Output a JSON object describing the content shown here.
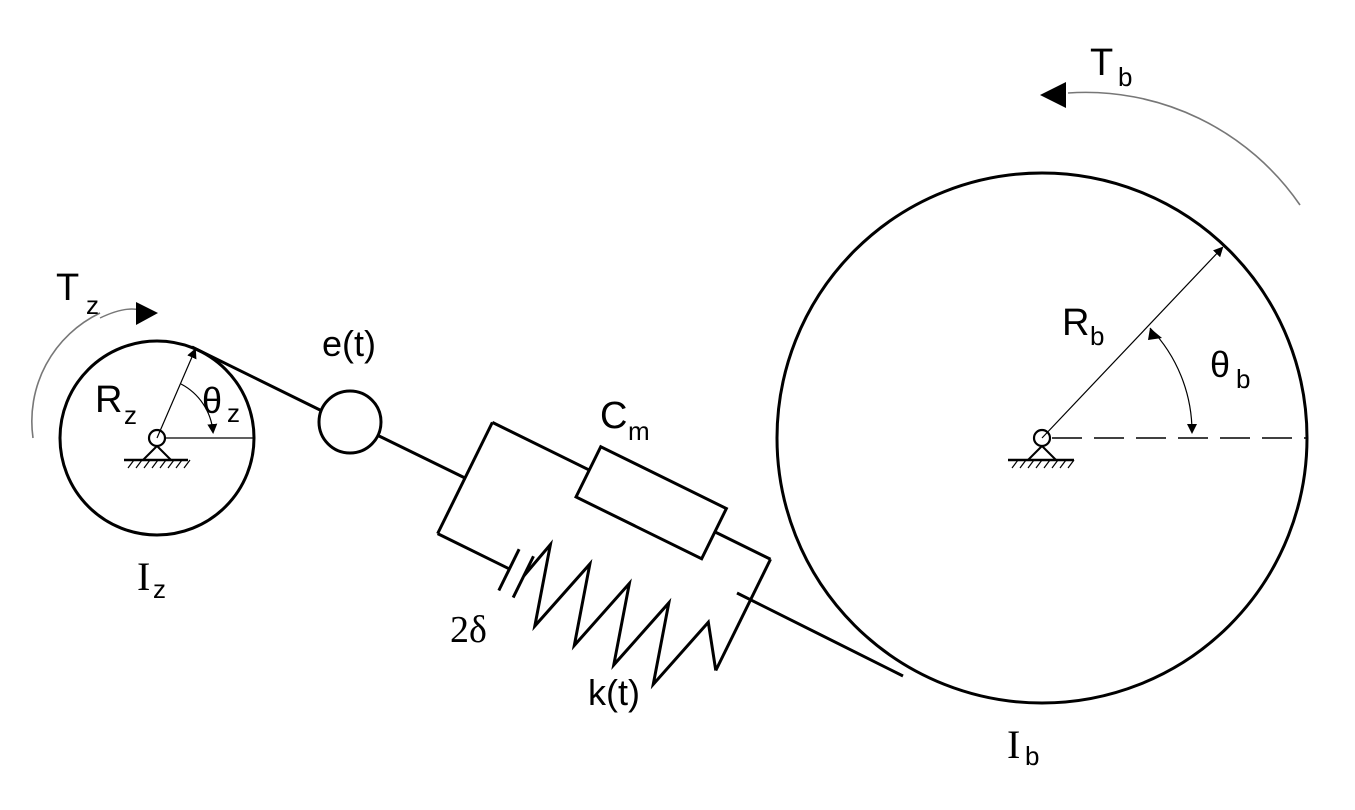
{
  "labels": {
    "tz_main": "T",
    "tz_sub": "z",
    "rz_main": "R",
    "rz_sub": "z",
    "thetaz_main": "θ",
    "thetaz_sub": "z",
    "iz_main": "I",
    "iz_sub": "z",
    "et": "e(t)",
    "cm_main": "C",
    "cm_sub": "m",
    "delta": "2δ",
    "kt": "k(t)",
    "tb_main": "T",
    "tb_sub": "b",
    "rb_main": "R",
    "rb_sub": "b",
    "thetab_main": "θ",
    "thetab_sub": "b",
    "ib_main": "I",
    "ib_sub": "b"
  },
  "colors": {
    "line": "#000000",
    "torque_arc": "#777777",
    "background": "#ffffff"
  }
}
